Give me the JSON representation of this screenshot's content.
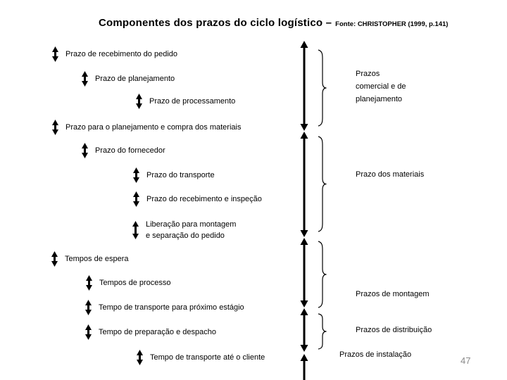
{
  "title": {
    "main": "Componentes dos prazos do ciclo logístico –",
    "source": "Fonte: CHRISTOPHER (1999, p.141)"
  },
  "items": [
    {
      "label": "Prazo de recebimento do pedido"
    },
    {
      "label": "Prazo de planejamento"
    },
    {
      "label": "Prazo de processamento"
    },
    {
      "label": "Prazo para o planejamento e compra dos materiais"
    },
    {
      "label": "Prazo do fornecedor"
    },
    {
      "label": "Prazo do transporte"
    },
    {
      "label": "Prazo do recebimento e inspeção"
    },
    {
      "label": "Liberação para montagem\ne separação do pedido"
    },
    {
      "label": "Tempos de espera"
    },
    {
      "label": "Tempos de processo"
    },
    {
      "label": "Tempo de transporte para próximo estágio"
    },
    {
      "label": "Tempo de preparação e despacho"
    },
    {
      "label": "Tempo de transporte até o cliente"
    }
  ],
  "group_labels": [
    {
      "label": "Prazos\ncomercial e de\nplanejamento"
    },
    {
      "label": "Prazo dos materiais"
    },
    {
      "label": "Prazos de montagem"
    },
    {
      "label": "Prazos de distribuição"
    },
    {
      "label": "Prazos de instalação"
    }
  ],
  "page_number": "47",
  "colors": {
    "text": "#000000",
    "page_number": "#8a8a8a"
  }
}
